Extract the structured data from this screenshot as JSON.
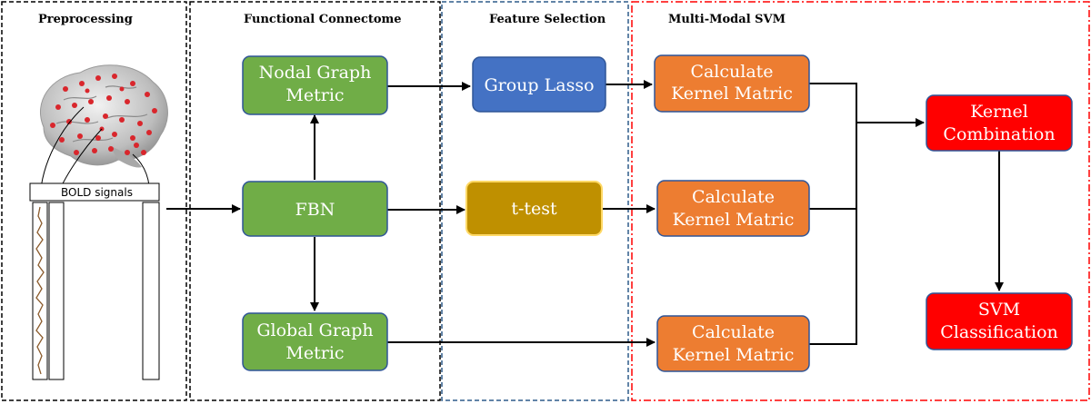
{
  "sections": {
    "preprocessing": "Preprocessing",
    "functional_connectome": "Functional Connectome",
    "feature_selection": "Feature Selection",
    "multi_modal_svm": "Multi-Modal SVM"
  },
  "bold_label": "BOLD signals",
  "nodes": {
    "nodal": [
      "Nodal Graph",
      "Metric"
    ],
    "fbn": [
      "FBN"
    ],
    "global": [
      "Global Graph",
      "Metric"
    ],
    "group_lasso": [
      "Group Lasso"
    ],
    "ttest": [
      "t-test"
    ],
    "kernel1": [
      "Calculate",
      "Kernel Matric"
    ],
    "kernel2": [
      "Calculate",
      "Kernel Matric"
    ],
    "kernel3": [
      "Calculate",
      "Kernel Matric"
    ],
    "combination": [
      "Kernel",
      "Combination"
    ],
    "svm": [
      "SVM",
      "Classification"
    ]
  },
  "colors": {
    "green": "#70ad47",
    "blue": "#4472c4",
    "gold": "#bf9000",
    "orange": "#ed7d31",
    "red": "#ff0000",
    "border_dark_blue": "#2f5597",
    "border_gold": "#ffd966",
    "feature_section_border": "#2e5c8a",
    "svm_section_border": "#ff0000"
  }
}
